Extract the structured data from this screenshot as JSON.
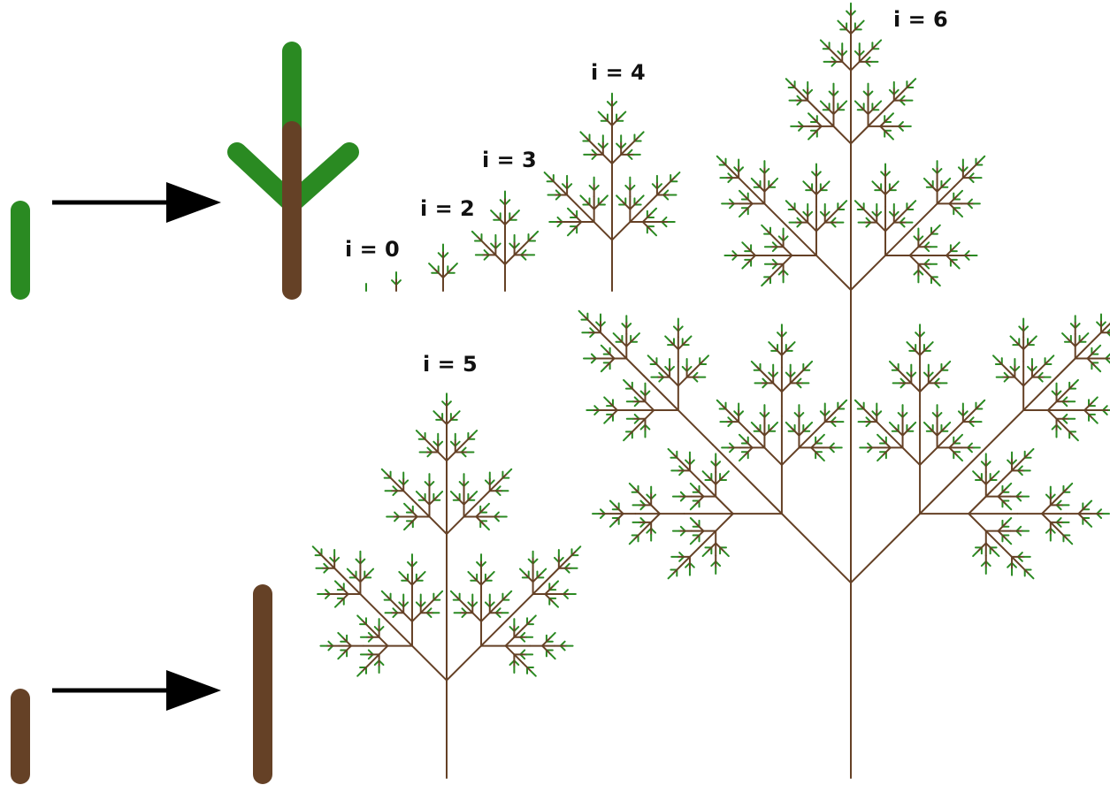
{
  "colors": {
    "background": "#ffffff",
    "leaf": "#2a8a22",
    "branch": "#654126",
    "arrow": "#000000",
    "text": "#111111"
  },
  "rules": [
    {
      "name": "leaf-rule",
      "from": "leaf",
      "to": "branch-with-three-leaves"
    },
    {
      "name": "branch-rule",
      "from": "branch",
      "to": "longer-branch"
    }
  ],
  "iterations": [
    {
      "n": 0,
      "label": "i = 0"
    },
    {
      "n": 1,
      "label": ""
    },
    {
      "n": 2,
      "label": "i = 2"
    },
    {
      "n": 3,
      "label": "i = 3"
    },
    {
      "n": 4,
      "label": "i = 4"
    },
    {
      "n": 5,
      "label": "i = 5"
    },
    {
      "n": 6,
      "label": "i = 6"
    }
  ],
  "angle_degrees": 45
}
